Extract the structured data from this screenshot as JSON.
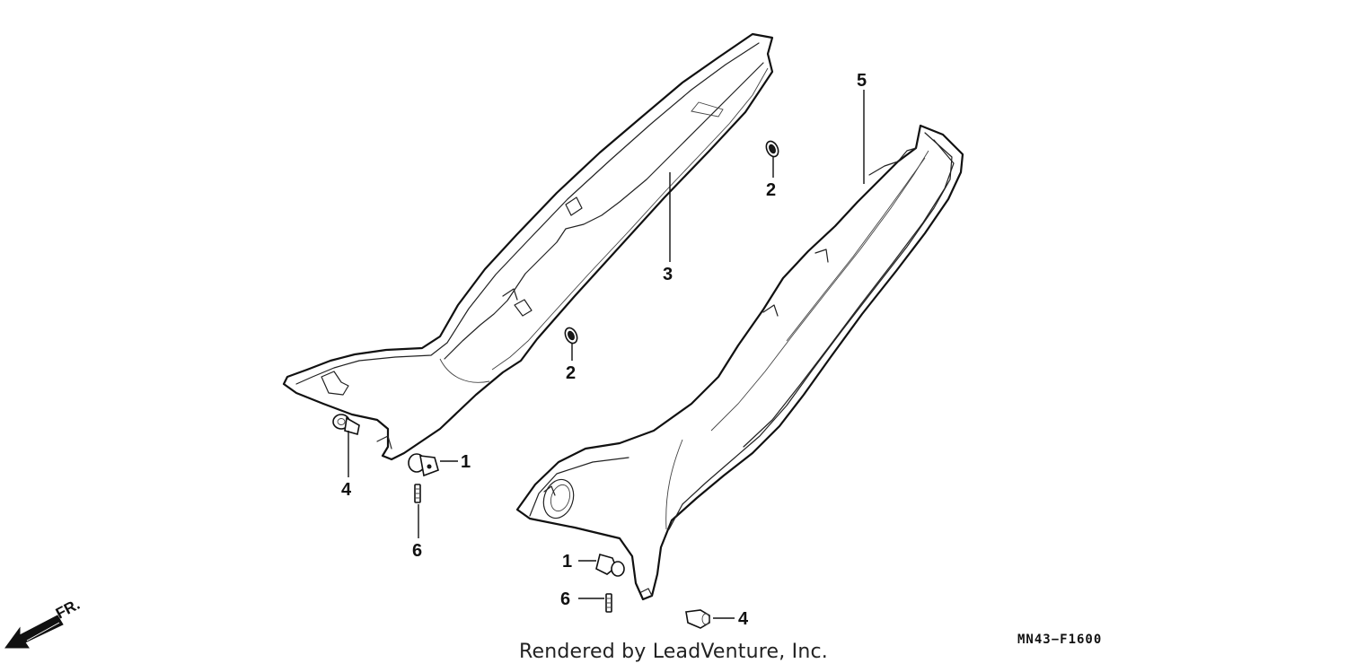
{
  "callouts": {
    "c1a": "1",
    "c1b": "1",
    "c2a": "2",
    "c2b": "2",
    "c3": "3",
    "c4a": "4",
    "c4b": "4",
    "c5": "5",
    "c6a": "6",
    "c6b": "6"
  },
  "direction": {
    "label": "FR."
  },
  "footer": {
    "rendered_by": "Rendered by LeadVenture, Inc."
  },
  "diagram_code": "MN43−F1600",
  "colors": {
    "line": "#111111",
    "background": "#ffffff"
  }
}
